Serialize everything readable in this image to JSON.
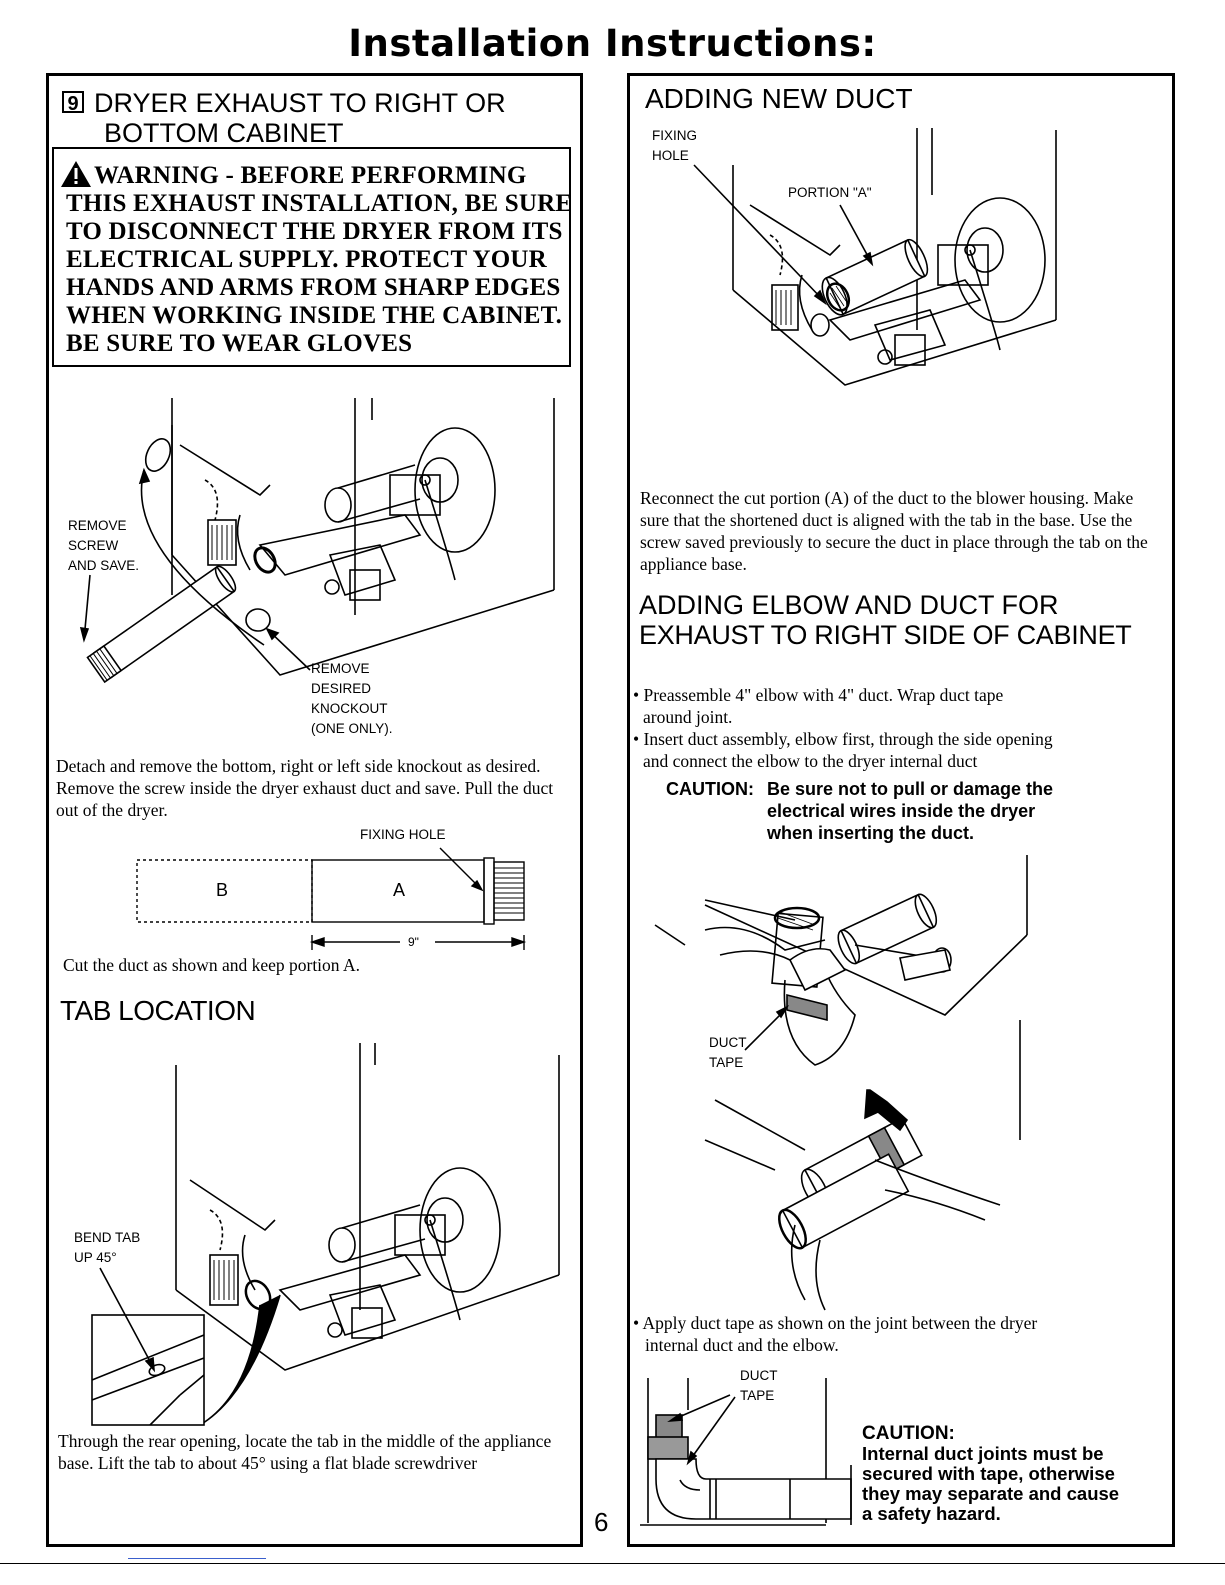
{
  "page": {
    "title": "Installation Instructions:",
    "page_number": "6"
  },
  "left": {
    "section_number": "9",
    "section_title_1": "DRYER EXHAUST TO RIGHT OR",
    "section_title_2": "BOTTOM CABINET",
    "warning": {
      "line1": "WARNING - BEFORE PERFORMING",
      "line2": "THIS EXHAUST INSTALLATION, BE SURE",
      "line3": "TO DISCONNECT THE DRYER FROM ITS",
      "line4": "ELECTRICAL SUPPLY. PROTECT YOUR",
      "line5": "HANDS AND ARMS FROM SHARP EDGES",
      "line6": "WHEN WORKING INSIDE THE CABINET.",
      "line7": "BE SURE TO WEAR GLOVES"
    },
    "fig1": {
      "remove_screw": [
        "REMOVE",
        "SCREW",
        "AND SAVE."
      ],
      "remove_knockout": [
        "REMOVE",
        "DESIRED",
        "KNOCKOUT",
        "(ONE ONLY)."
      ]
    },
    "para_detach": "Detach and remove the bottom, right or left side knockout as desired. Remove the screw inside the dryer exhaust duct and save. Pull the duct out of the dryer.",
    "duct_fig": {
      "fixing_hole": "FIXING HOLE",
      "b": "B",
      "a": "A",
      "dim": "9\""
    },
    "para_cut": "Cut the duct as shown and keep portion A.",
    "tab_heading": "TAB LOCATION",
    "fig3": {
      "bend_tab": [
        "BEND TAB",
        "UP 45°"
      ]
    },
    "para_tab": "Through the rear opening, locate the tab in the middle of the appliance base. Lift the tab to about 45° using a flat blade screwdriver"
  },
  "right": {
    "heading_new_duct": "ADDING NEW DUCT",
    "fig4": {
      "fixing_hole": [
        "FIXING",
        "HOLE"
      ],
      "portion_a": "PORTION \"A\""
    },
    "para_reconnect": "Reconnect the cut portion (A) of the duct to the blower housing. Make sure that the shortened duct is aligned with the tab in the base. Use the screw saved previously to secure the duct in place through the tab on the appliance base.",
    "heading_elbow_1": "ADDING ELBOW AND DUCT FOR",
    "heading_elbow_2": "EXHAUST TO RIGHT SIDE OF CABINET",
    "bullet1_a": "• Preassemble 4\" elbow with 4\" duct.  Wrap duct tape",
    "bullet1_b": "around joint.",
    "bullet2_a": "• Insert duct assembly, elbow first, through the side opening",
    "bullet2_b": "and connect the elbow to the dryer internal duct",
    "caution1_label": "CAUTION:",
    "caution1_line1": "Be sure not to pull or damage the",
    "caution1_line2": "electrical wires inside the dryer",
    "caution1_line3": "when inserting the duct.",
    "fig5": {
      "duct_tape": [
        "DUCT",
        "TAPE"
      ]
    },
    "bullet3_a": "• Apply duct tape as shown on the joint between the dryer",
    "bullet3_b": "internal duct and the elbow.",
    "fig6": {
      "duct_tape": [
        "DUCT",
        "TAPE"
      ]
    },
    "caution2_label": "CAUTION:",
    "caution2_lines": [
      "Internal duct joints must be",
      "secured with tape, otherwise",
      "they may separate and cause",
      "a safety hazard."
    ]
  }
}
